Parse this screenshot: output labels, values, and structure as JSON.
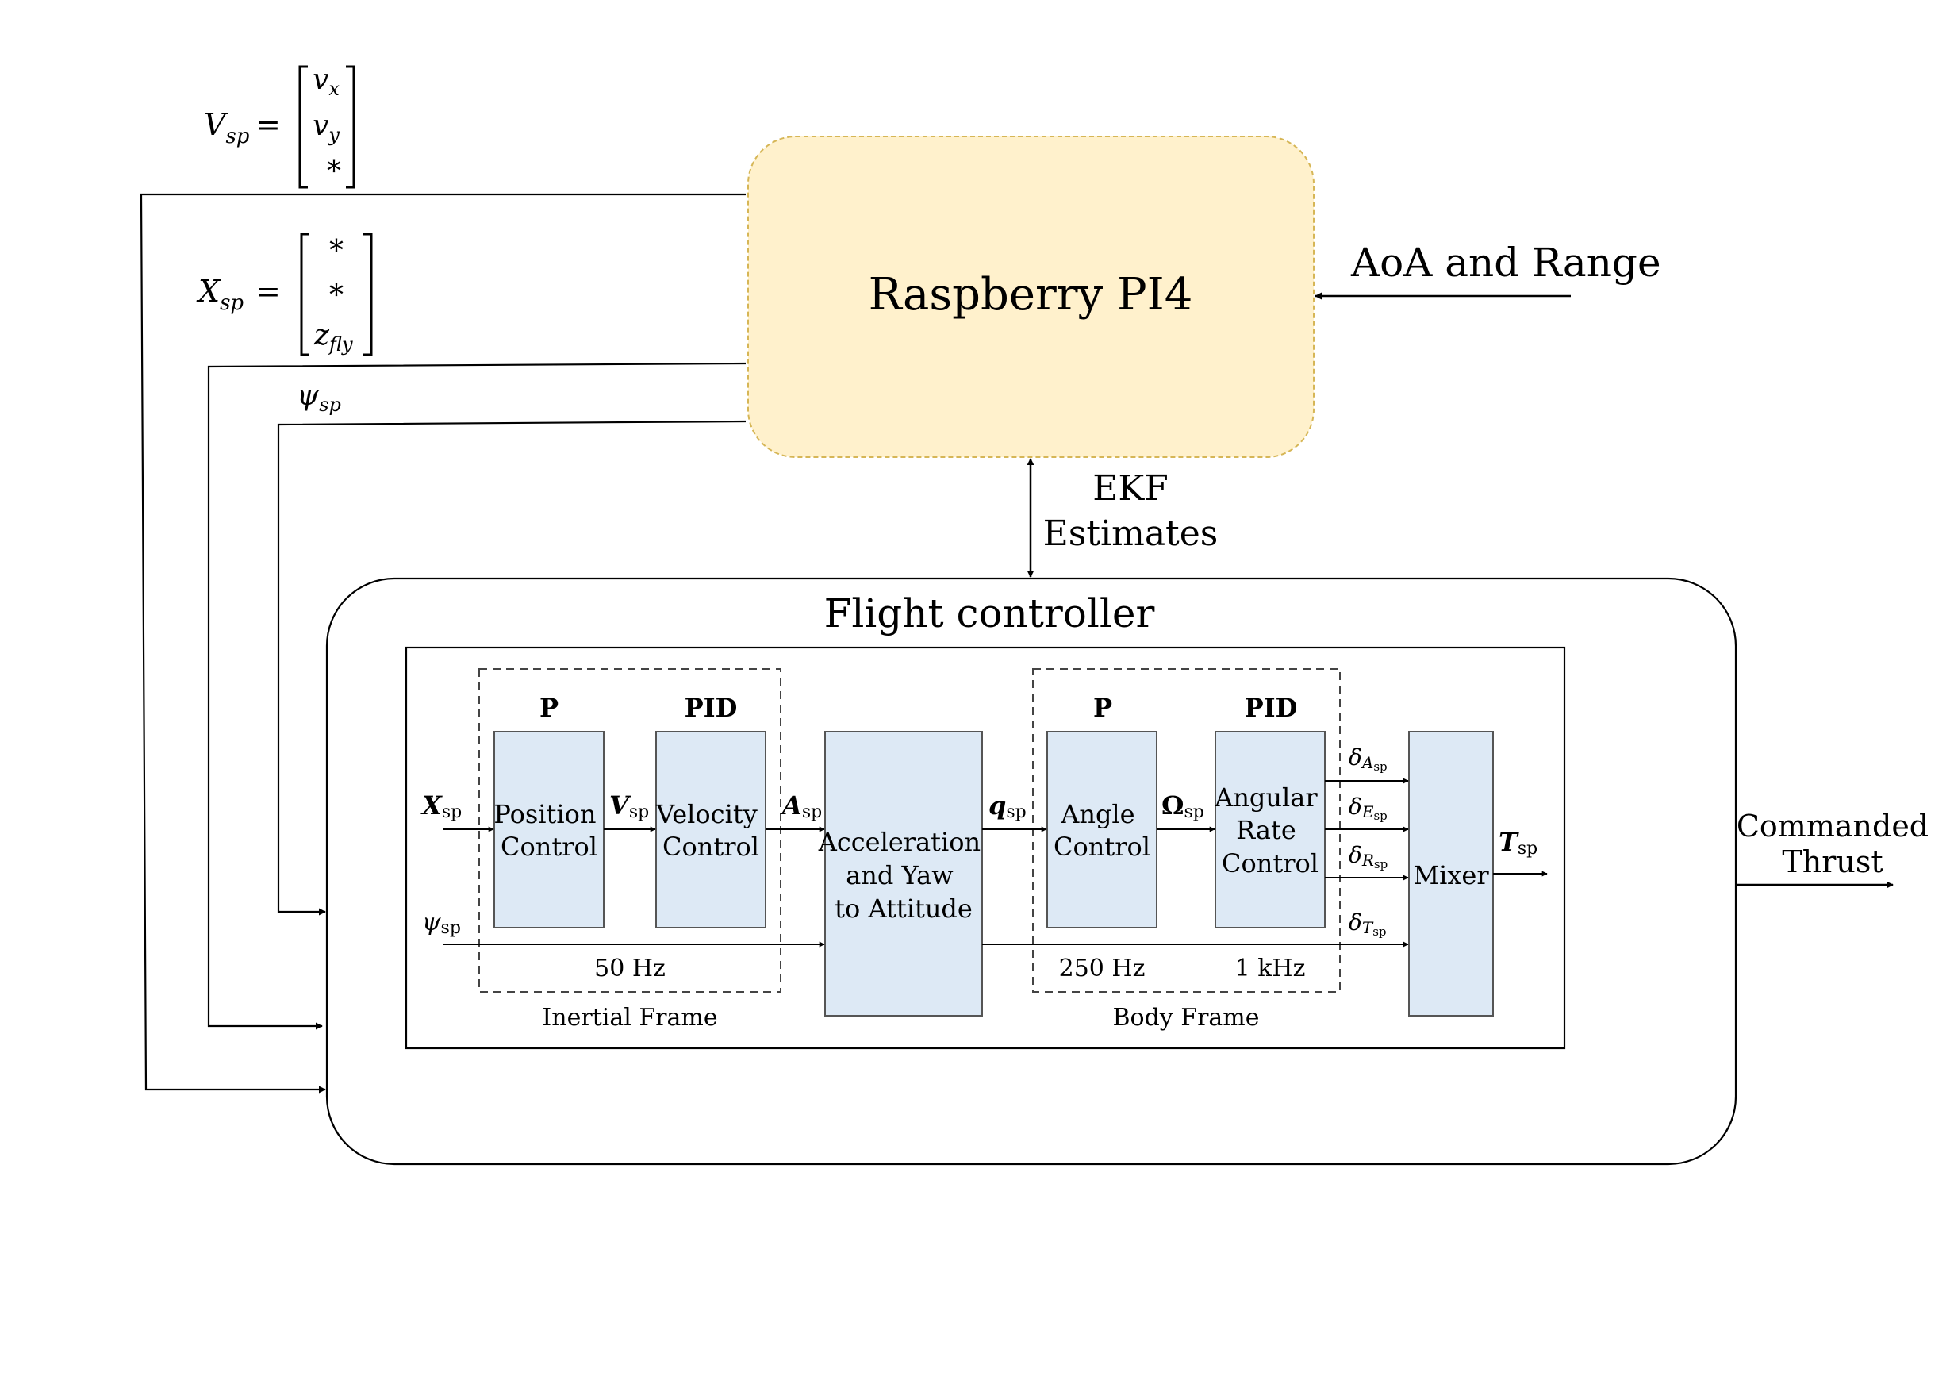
{
  "rpi": {
    "title": "Raspberry PI4",
    "fill": "#fff1cc",
    "border": "#d6b656"
  },
  "aoa": {
    "label": "AoA and Range"
  },
  "ekf": {
    "line1": "EKF",
    "line2": "Estimates"
  },
  "setpoints": {
    "vsp": {
      "lhs": "V",
      "sub": "sp",
      "eq": "=",
      "rows": [
        "v",
        "v",
        "*"
      ],
      "row_subs": [
        "x",
        "y",
        ""
      ]
    },
    "xsp": {
      "lhs": "X",
      "sub": "sp",
      "eq": "=",
      "rows": [
        "*",
        "*",
        "z"
      ],
      "row_subs": [
        "",
        "",
        "fly"
      ]
    },
    "psi": {
      "sym": "ψ",
      "sub": "sp"
    }
  },
  "fc": {
    "title": "Flight controller"
  },
  "inner": {
    "block_fill": "#dde9f5",
    "group_labels": {
      "p1": "P",
      "pid1": "PID",
      "p2": "P",
      "pid2": "PID"
    },
    "blocks": {
      "position": [
        "Position",
        "Control"
      ],
      "velocity": [
        "Velocity",
        "Control"
      ],
      "accel": [
        "Acceleration",
        "and Yaw",
        "to Attitude"
      ],
      "angle": [
        "Angle",
        "Control"
      ],
      "rate": [
        "Angular",
        "Rate",
        "Control"
      ],
      "mixer": [
        "Mixer"
      ]
    },
    "signals": {
      "xsp": {
        "sym": "X",
        "sub": "sp"
      },
      "vsp": {
        "sym": "V",
        "sub": "sp"
      },
      "asp": {
        "sym": "A",
        "sub": "sp"
      },
      "qsp": {
        "sym": "q",
        "sub": "sp"
      },
      "omega": {
        "sym": "Ω",
        "sub": "sp"
      },
      "tsp": {
        "sym": "T",
        "sub": "sp"
      },
      "psi": {
        "sym": "ψ",
        "sub": "sp"
      },
      "dA": {
        "sym": "δ",
        "sub": "A",
        "subsub": "sp"
      },
      "dE": {
        "sym": "δ",
        "sub": "E",
        "subsub": "sp"
      },
      "dR": {
        "sym": "δ",
        "sub": "R",
        "subsub": "sp"
      },
      "dT": {
        "sym": "δ",
        "sub": "T",
        "subsub": "sp"
      }
    },
    "rates": {
      "r50": "50 Hz",
      "r250": "250 Hz",
      "r1k": "1 kHz"
    },
    "frames": {
      "inertial": "Inertial Frame",
      "body": "Body Frame"
    }
  },
  "output": {
    "line1": "Commanded",
    "line2": "Thrust"
  }
}
